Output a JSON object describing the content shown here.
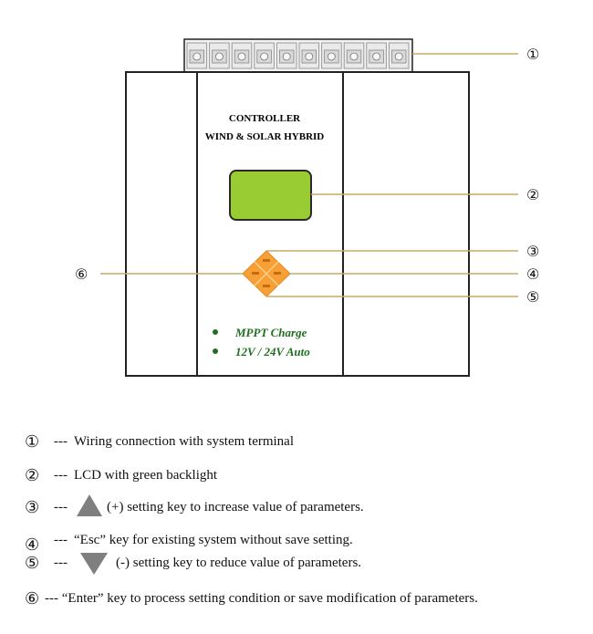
{
  "device": {
    "title_line1": "CONTROLLER",
    "title_line2": "WIND & SOLAR HYBRID",
    "feature1": "MPPT Charge",
    "feature2": "12V / 24V Auto"
  },
  "callouts": [
    "①",
    "②",
    "③",
    "④",
    "⑤",
    "⑥"
  ],
  "legend": [
    {
      "num": "①",
      "dash": "---",
      "text": "Wiring connection with system terminal",
      "icon": "none"
    },
    {
      "num": "②",
      "dash": "---",
      "text": "LCD with green backlight",
      "icon": "none"
    },
    {
      "num": "③",
      "dash": "---",
      "text": "(+) setting key to increase value of parameters.",
      "icon": "up-triangle-icon"
    },
    {
      "num": "④",
      "dash": "---",
      "text": "“Esc” key for existing system without save setting.",
      "icon": "none"
    },
    {
      "num": "⑤",
      "dash": "---",
      "text": "(-) setting key to reduce value of parameters.",
      "icon": "down-triangle-icon"
    },
    {
      "num": "⑥",
      "dash": "---",
      "text": "“Enter” key to process setting condition or save modification of parameters.",
      "icon": "none"
    }
  ],
  "colors": {
    "lcd": "#99cc33",
    "keypad": "#f7a035",
    "callout_line": "#c9a96a",
    "indicator": "#1f6f1f",
    "triangle": "#7f7f7f"
  }
}
